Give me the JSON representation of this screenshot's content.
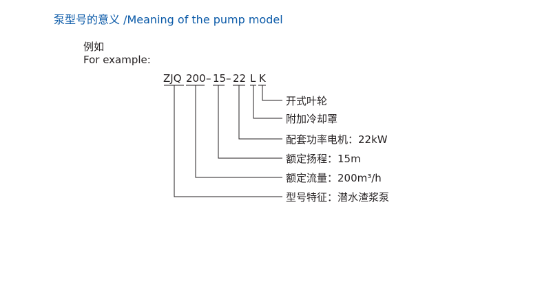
{
  "heading": "泵型号的意义 /Meaning of the pump model",
  "example_label_cn": "例如",
  "example_label_en": "For example:",
  "model_code": {
    "parts": [
      "ZJQ",
      "200",
      "–",
      "15",
      "–",
      "22",
      "L",
      "K"
    ]
  },
  "descriptions": [
    "开式叶轮",
    "附加冷却罩",
    "配套功率电机：22kW",
    "额定扬程：15m",
    "额定流量：200m³/h",
    "型号特征：潜水渣浆泵"
  ],
  "colors": {
    "heading": "#0b5aa8",
    "text": "#231f20",
    "lines": "#231f20"
  }
}
